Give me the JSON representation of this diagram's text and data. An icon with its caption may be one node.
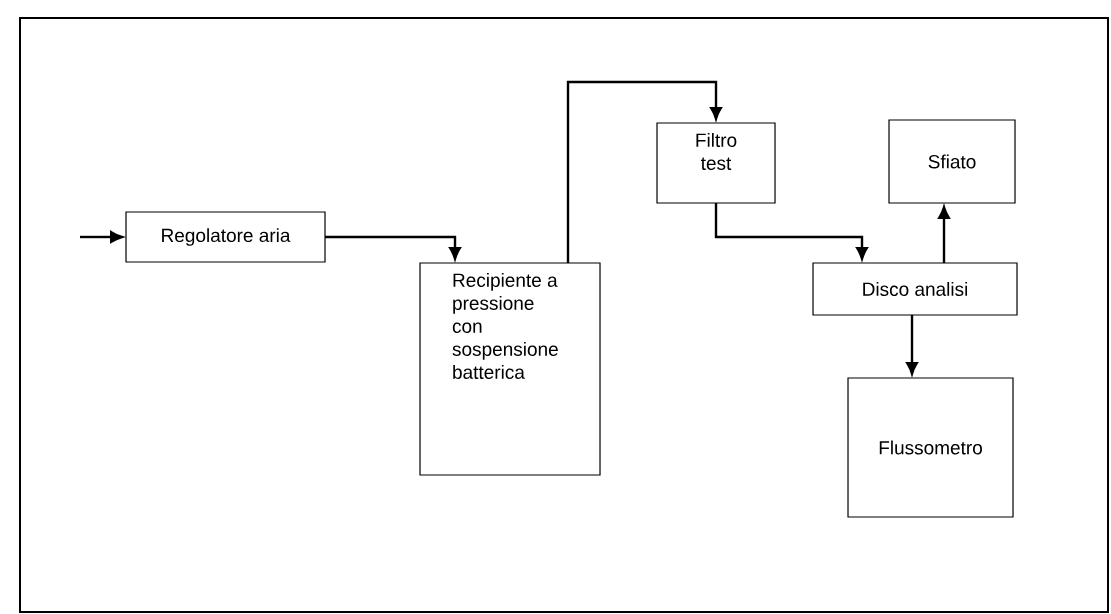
{
  "diagram": {
    "nodes": [
      {
        "text": [
          "Regolatore aria"
        ]
      },
      {
        "text": [
          "Recipiente a pressione con sospensione batterica"
        ]
      },
      {
        "text": [
          "Filtro test"
        ]
      },
      {
        "text": [
          "Sfiato"
        ]
      },
      {
        "text": [
          "Disco analisi"
        ]
      },
      {
        "text": [
          "Flussometro"
        ]
      }
    ],
    "edges": [
      {
        "from": null,
        "to": 0,
        "arrow": "to"
      },
      {
        "from": 0,
        "to": 1,
        "arrow": "to"
      },
      {
        "from": 1,
        "to": 2,
        "arrow": "to"
      },
      {
        "from": 2,
        "to": 4,
        "arrow": "to"
      },
      {
        "from": 4,
        "to": 3,
        "arrow": "to"
      },
      {
        "from": 4,
        "to": 5,
        "arrow": "to"
      }
    ]
  }
}
